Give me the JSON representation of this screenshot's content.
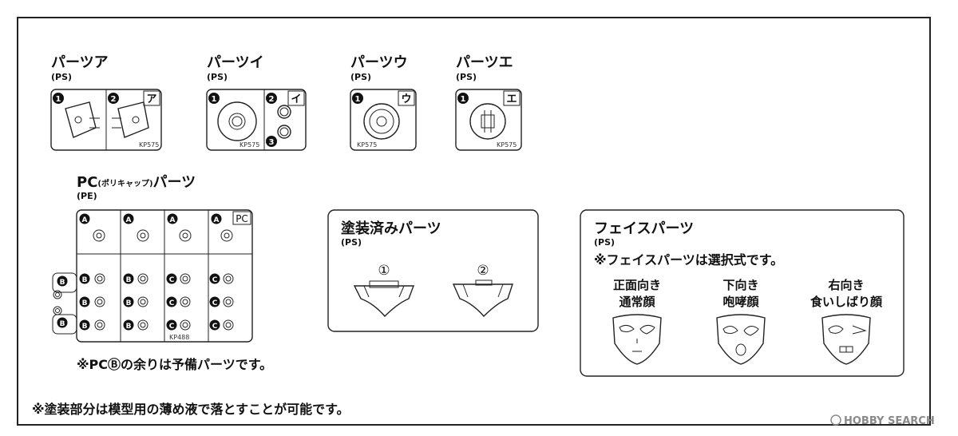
{
  "sprues": {
    "a": {
      "title": "パーツア",
      "material": "(PS)",
      "tag": "ア",
      "code": "KP575",
      "nums": [
        "1",
        "2"
      ]
    },
    "i": {
      "title": "パーツイ",
      "material": "(PS)",
      "tag": "イ",
      "code": "KP575",
      "nums": [
        "1",
        "2",
        "3"
      ]
    },
    "u": {
      "title": "パーツウ",
      "material": "(PS)",
      "tag": "ウ",
      "code": "KP575",
      "nums": [
        "1"
      ]
    },
    "e": {
      "title": "パーツエ",
      "material": "(PS)",
      "tag": "エ",
      "code": "KP575",
      "nums": [
        "1"
      ]
    }
  },
  "pc": {
    "title_pc": "PC",
    "title_small": "(ポリキャップ)",
    "title_parts": "パーツ",
    "material": "(PE)",
    "tag": "PC",
    "code": "KP488",
    "letter_a": "A",
    "letter_b": "B",
    "letter_c": "C",
    "note": "※PCⒷの余りは予備パーツです。"
  },
  "painted": {
    "title": "塗装済みパーツ",
    "material": "(PS)",
    "item1": "①",
    "item2": "②"
  },
  "face": {
    "title": "フェイスパーツ",
    "material": "(PS)",
    "note": "※フェイスパーツは選択式です。",
    "f1_line1": "正面向き",
    "f1_line2": "通常顔",
    "f2_line1": "下向き",
    "f2_line2": "咆哮顔",
    "f3_line1": "右向き",
    "f3_line2": "食いしばり顔"
  },
  "footer_note": "※塗装部分は模型用の薄め液で落とすことが可能です。",
  "watermark": "HOBBY SEARCH"
}
